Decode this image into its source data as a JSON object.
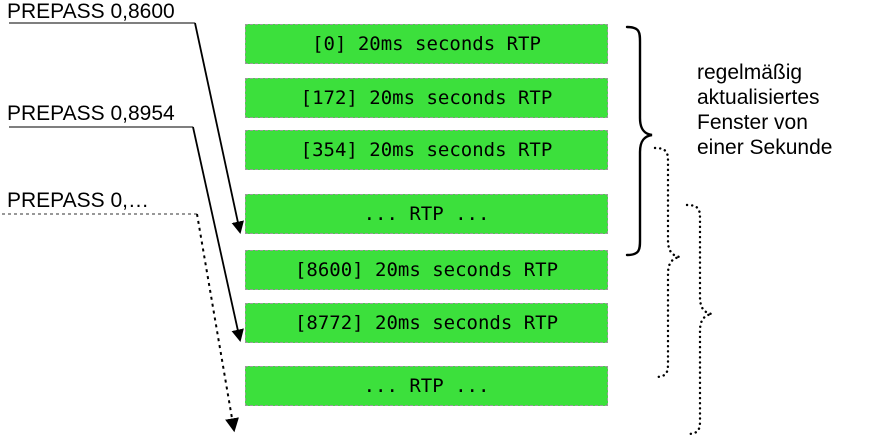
{
  "diagram": {
    "title": "RTP packet window diagram",
    "colors": {
      "packet_fill": "#3ce03c",
      "packet_border": "#9a9a9a",
      "stroke": "#000000"
    },
    "prepass_labels": [
      {
        "text": "PREPASS 0,8600",
        "style": "solid"
      },
      {
        "text": "PREPASS 0,8954",
        "style": "solid"
      },
      {
        "text": "PREPASS 0,…",
        "style": "dotted"
      }
    ],
    "packets": [
      {
        "label": "[0] 20ms seconds RTP"
      },
      {
        "label": "[172] 20ms seconds RTP"
      },
      {
        "label": "[354] 20ms seconds RTP"
      },
      {
        "label": "... RTP ..."
      },
      {
        "label": "[8600] 20ms seconds RTP"
      },
      {
        "label": "[8772] 20ms seconds RTP"
      },
      {
        "label": "... RTP ..."
      }
    ],
    "window_caption": "regelmäßig\naktualisiertes\nFenster von\neiner Sekunde",
    "braces": [
      {
        "name": "window-brace-1",
        "style": "solid"
      },
      {
        "name": "window-brace-2",
        "style": "dotted"
      },
      {
        "name": "window-brace-3",
        "style": "dotted"
      }
    ]
  }
}
